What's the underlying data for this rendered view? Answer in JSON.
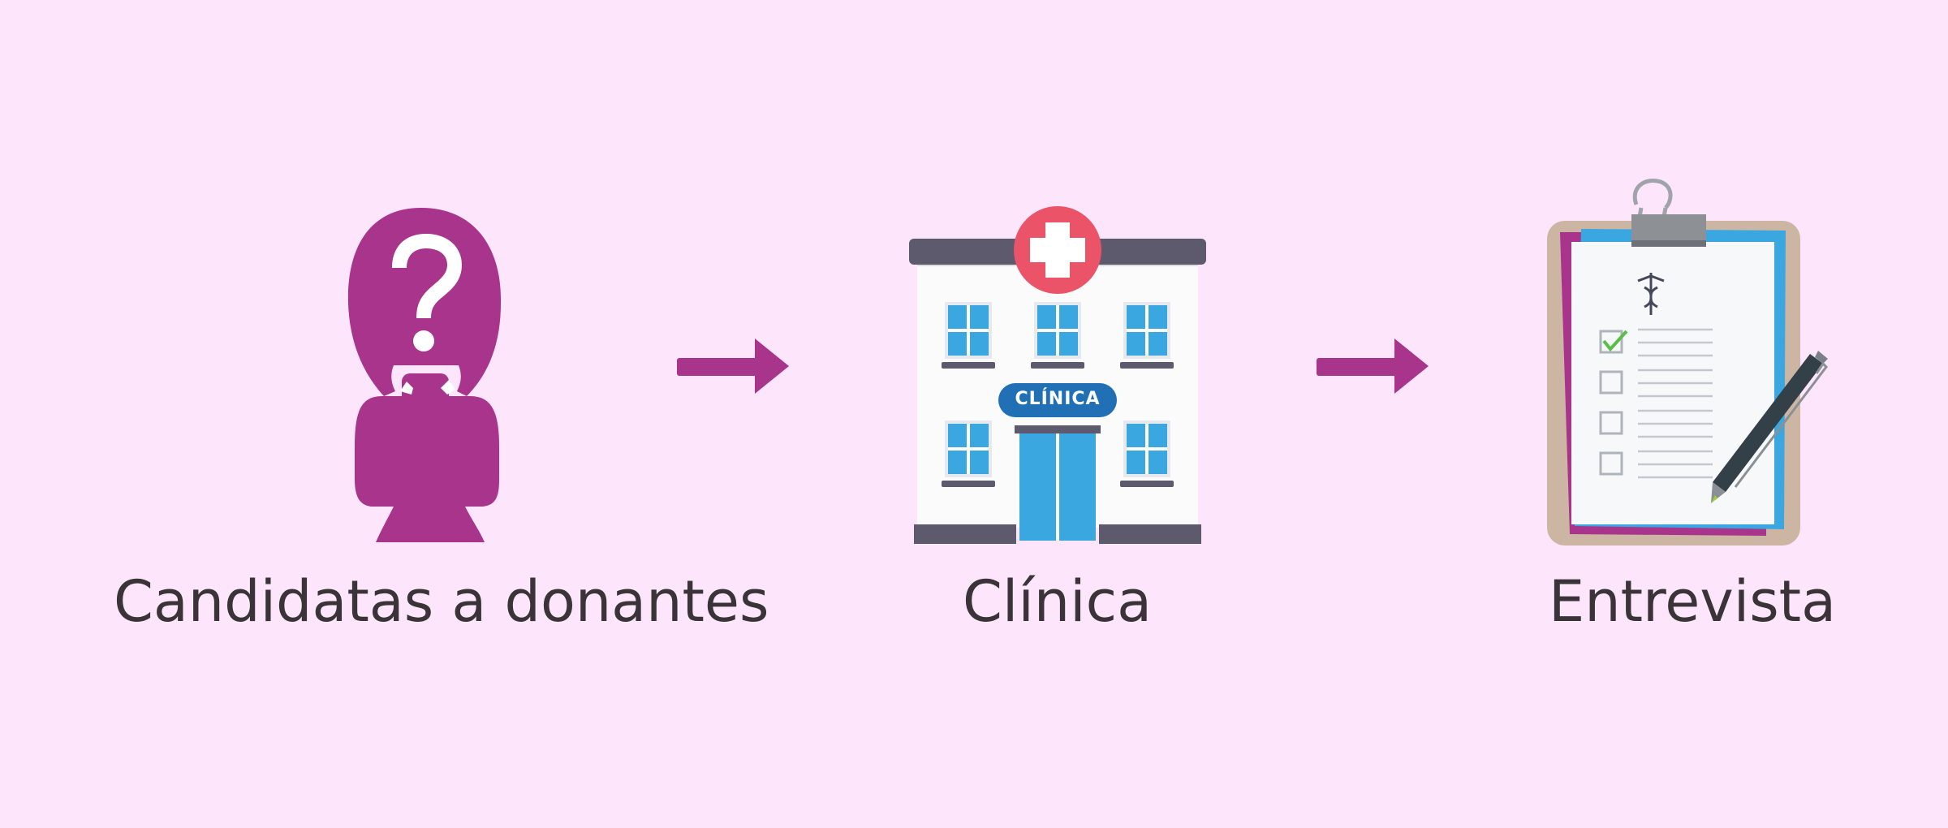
{
  "colors": {
    "background": "#fde6fb",
    "accent": "#a8348c",
    "text": "#3a3438",
    "cross_red": "#ea5368",
    "window_blue": "#3aa7e0",
    "roof_gray": "#5d5a6e",
    "board_tan": "#cdb5a3"
  },
  "steps": [
    {
      "label": "Candidatas a donantes",
      "icon": "woman-question-icon"
    },
    {
      "label": "Clínica",
      "icon": "clinic-building-icon",
      "sign": "CLÍNICA"
    },
    {
      "label": "Entrevista",
      "icon": "clipboard-checklist-icon"
    }
  ],
  "arrows": [
    {
      "from": "Candidatas a donantes",
      "to": "Clínica",
      "icon": "arrow-right-icon"
    },
    {
      "from": "Clínica",
      "to": "Entrevista",
      "icon": "arrow-right-icon"
    }
  ]
}
